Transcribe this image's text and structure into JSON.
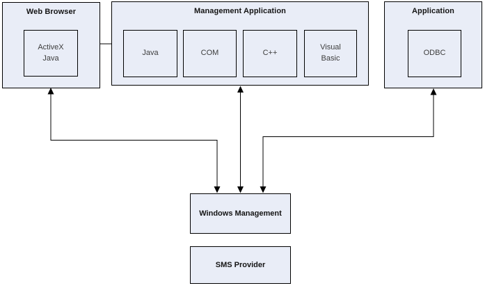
{
  "diagram": {
    "colors": {
      "box_fill": "#e9edf7",
      "box_border": "#000000",
      "title_text": "#141414",
      "label_text": "#3d3d3d",
      "arrow": "#000000",
      "background": "#ffffff"
    },
    "boxes": {
      "web_browser": {
        "title": "Web Browser",
        "children": [
          {
            "label": "ActiveX Java"
          }
        ]
      },
      "management_application": {
        "title": "Management Application",
        "children": [
          {
            "label": "Java"
          },
          {
            "label": "COM"
          },
          {
            "label": "C++"
          },
          {
            "label": "Visual Basic"
          }
        ]
      },
      "application": {
        "title": "Application",
        "children": [
          {
            "label": "ODBC"
          }
        ]
      },
      "windows_management": {
        "title": "Windows Management"
      },
      "sms_provider": {
        "title": "SMS Provider"
      }
    },
    "connections": [
      {
        "from": "Web Browser",
        "to": "Management Application",
        "style": "plain-line"
      },
      {
        "from": "Web Browser",
        "to": "Windows Management",
        "style": "double-headed-arrow"
      },
      {
        "from": "Management Application",
        "to": "Windows Management",
        "style": "double-headed-arrow"
      },
      {
        "from": "Application",
        "to": "Windows Management",
        "style": "double-headed-arrow"
      }
    ]
  }
}
